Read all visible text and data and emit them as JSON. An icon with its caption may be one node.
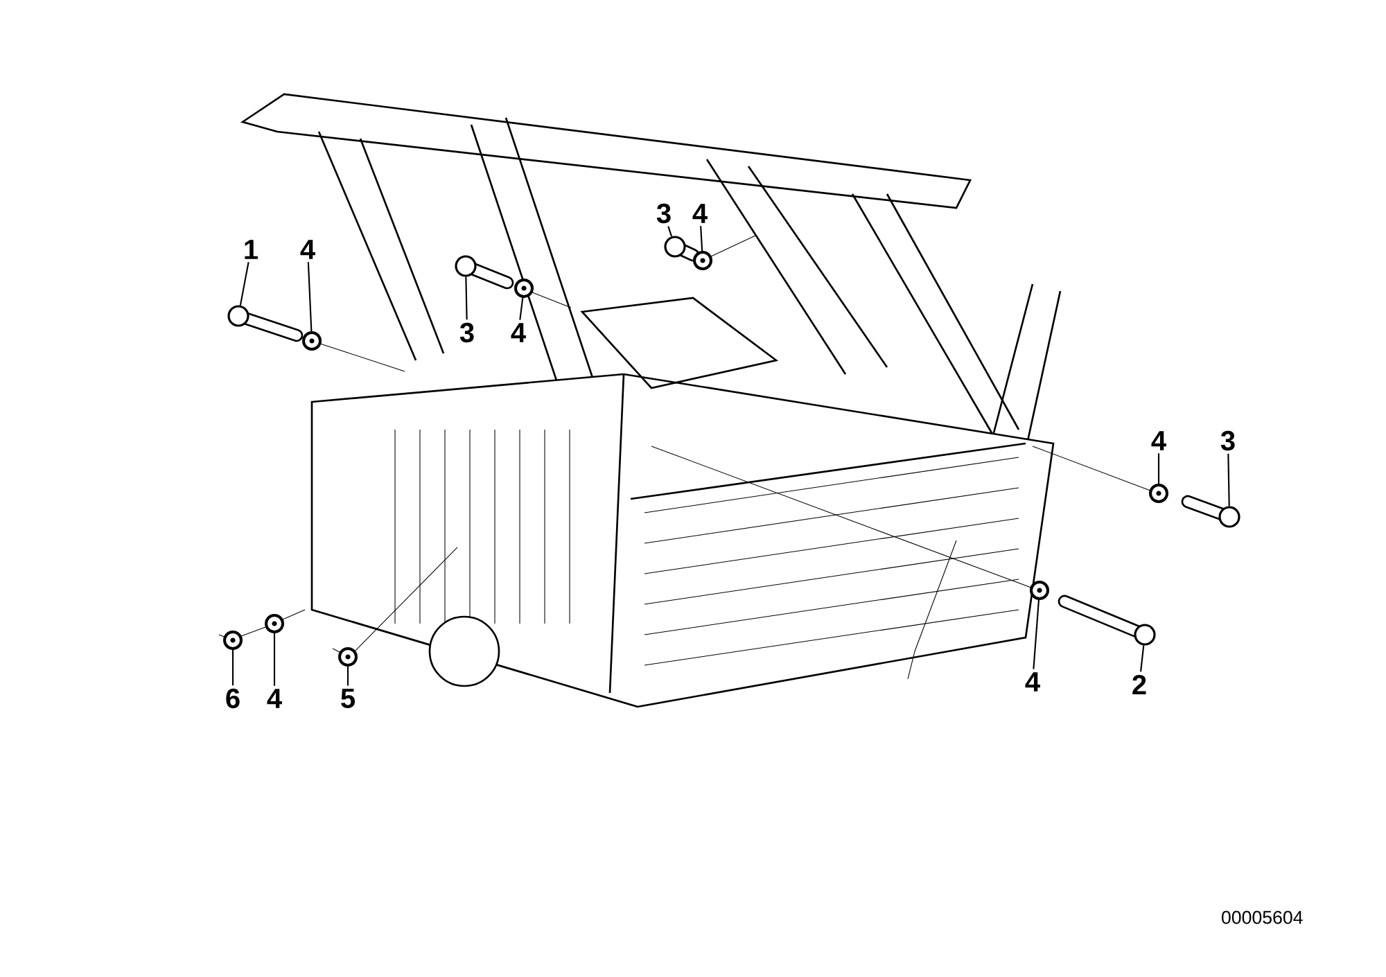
{
  "diagram": {
    "nodes": [
      {
        "text": [
          "1"
        ]
      },
      {
        "text": [
          "4"
        ]
      },
      {
        "text": [
          "3"
        ]
      },
      {
        "text": [
          "4"
        ]
      },
      {
        "text": [
          "3"
        ]
      },
      {
        "text": [
          "4"
        ]
      },
      {
        "text": [
          "4"
        ]
      },
      {
        "text": [
          "3"
        ]
      },
      {
        "text": [
          "4"
        ]
      },
      {
        "text": [
          "2"
        ]
      },
      {
        "text": [
          "6"
        ]
      },
      {
        "text": [
          "4"
        ]
      },
      {
        "text": [
          "5"
        ]
      },
      {
        "text": [],
        "shape": "bolt"
      },
      {
        "text": [],
        "shape": "washer"
      },
      {
        "text": [],
        "shape": "bolt"
      },
      {
        "text": [],
        "shape": "washer"
      },
      {
        "text": [],
        "shape": "bolt"
      },
      {
        "text": [],
        "shape": "washer"
      },
      {
        "text": [],
        "shape": "washer"
      },
      {
        "text": [],
        "shape": "bolt"
      },
      {
        "text": [],
        "shape": "washer"
      },
      {
        "text": [],
        "shape": "bolt"
      },
      {
        "text": [],
        "shape": "washer"
      },
      {
        "text": [],
        "shape": "washer"
      },
      {
        "text": [],
        "shape": "washer"
      }
    ],
    "edges": [
      {
        "from": 0,
        "to": 13,
        "arrow": "none"
      },
      {
        "from": 1,
        "to": 14,
        "arrow": "none"
      },
      {
        "from": 2,
        "to": 15,
        "arrow": "none"
      },
      {
        "from": 3,
        "to": 16,
        "arrow": "none"
      },
      {
        "from": 4,
        "to": 17,
        "arrow": "none"
      },
      {
        "from": 5,
        "to": 18,
        "arrow": "none"
      },
      {
        "from": 6,
        "to": 19,
        "arrow": "none"
      },
      {
        "from": 7,
        "to": 20,
        "arrow": "none"
      },
      {
        "from": 8,
        "to": 21,
        "arrow": "none"
      },
      {
        "from": 9,
        "to": 22,
        "arrow": "none"
      },
      {
        "from": 10,
        "to": 23,
        "arrow": "none"
      },
      {
        "from": 11,
        "to": 24,
        "arrow": "none"
      },
      {
        "from": 12,
        "to": 25,
        "arrow": "none"
      }
    ],
    "labels": [
      "00005604"
    ]
  }
}
